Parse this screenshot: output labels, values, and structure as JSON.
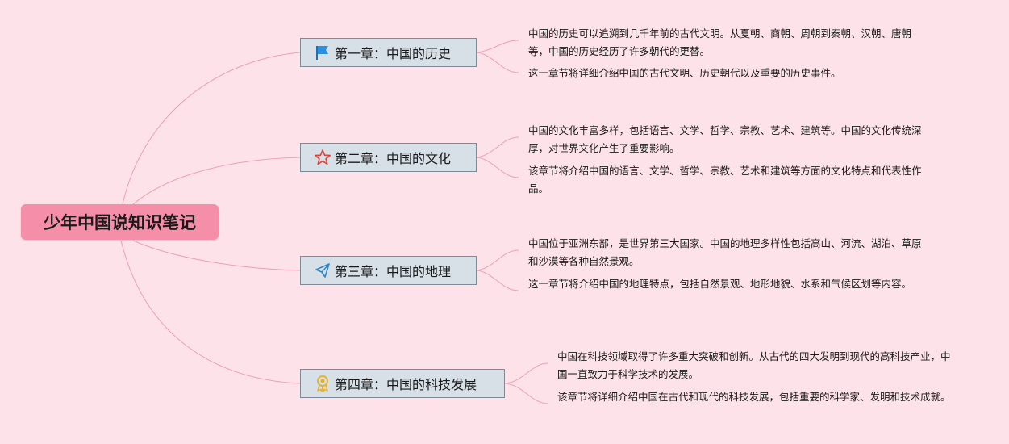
{
  "root": {
    "title": "少年中国说知识笔记"
  },
  "chapters": [
    {
      "title": "第一章：中国的历史",
      "icon": "flag-icon",
      "notes": [
        "中国的历史可以追溯到几千年前的古代文明。从夏朝、商朝、周朝到秦朝、汉朝、唐朝等，中国的历史经历了许多朝代的更替。",
        "这一章节将详细介绍中国的古代文明、历史朝代以及重要的历史事件。"
      ]
    },
    {
      "title": "第二章：中国的文化",
      "icon": "star-icon",
      "notes": [
        "中国的文化丰富多样，包括语言、文学、哲学、宗教、艺术、建筑等。中国的文化传统深厚，对世界文化产生了重要影响。",
        "该章节将介绍中国的语言、文学、哲学、宗教、艺术和建筑等方面的文化特点和代表性作品。"
      ]
    },
    {
      "title": "第三章：中国的地理",
      "icon": "paper-plane-icon",
      "notes": [
        "中国位于亚洲东部，是世界第三大国家。中国的地理多样性包括高山、河流、湖泊、草原和沙漠等各种自然景观。",
        "这一章节将介绍中国的地理特点，包括自然景观、地形地貌、水系和气候区划等内容。"
      ]
    },
    {
      "title": "第四章：中国的科技发展",
      "icon": "award-medal-icon",
      "notes": [
        "中国在科技领域取得了许多重大突破和创新。从古代的四大发明到现代的高科技产业，中国一直致力于科学技术的发展。",
        "该章节将详细介绍中国在古代和现代的科技发展，包括重要的科学家、发明和技术成就。"
      ]
    }
  ],
  "colors": {
    "background": "#fde3e9",
    "root": "#f58ea8",
    "line": "#ee9fb3",
    "chapter_fill": "#d7dfe7"
  }
}
